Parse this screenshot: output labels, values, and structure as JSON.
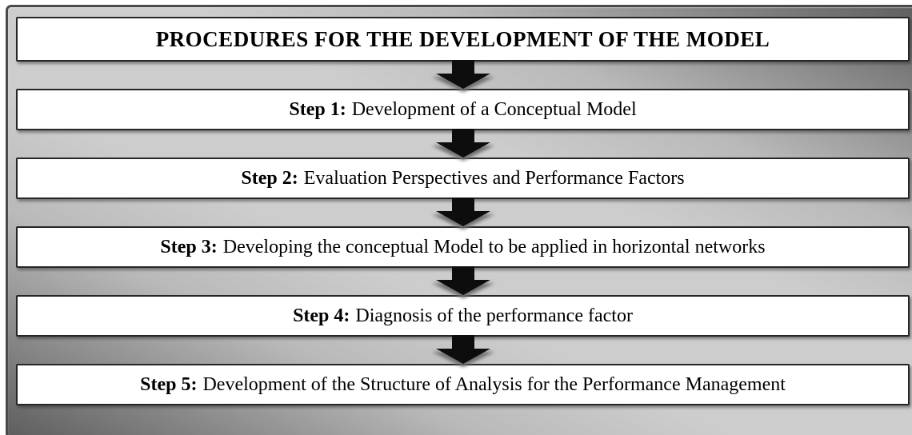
{
  "header": {
    "title": "PROCEDURES FOR THE DEVELOPMENT OF THE MODEL"
  },
  "steps": [
    {
      "label": "Step 1:",
      "text": "Development of a Conceptual Model"
    },
    {
      "label": "Step 2:",
      "text": "Evaluation Perspectives and Performance Factors"
    },
    {
      "label": "Step 3:",
      "text": "Developing the conceptual Model to be applied in horizontal networks"
    },
    {
      "label": "Step 4:",
      "text": "Diagnosis of the performance factor"
    },
    {
      "label": "Step 5:",
      "text": "Development of the Structure of Analysis for the Performance Management"
    }
  ],
  "icons": {
    "connector": "down-arrow"
  },
  "colors": {
    "frame_border": "#4a4a4a",
    "frame_gradient_light": "#cdcdcd",
    "frame_gradient_dark": "#5e5e5e",
    "box_background": "#ffffff",
    "box_border": "#262626",
    "arrow_fill": "#0d0d0d",
    "arrow_shadow": "#6e6e6e",
    "text": "#000000"
  }
}
